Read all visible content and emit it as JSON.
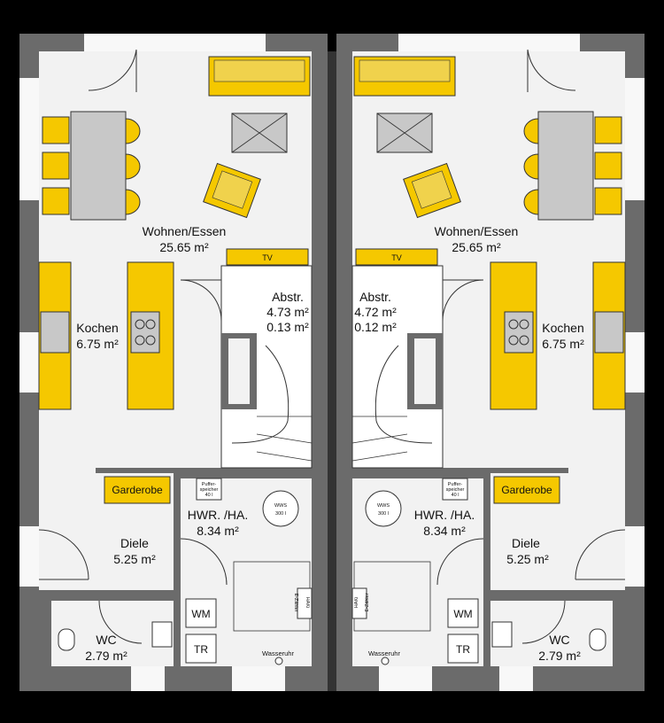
{
  "colors": {
    "background": "#000000",
    "wall": "#6b6b6b",
    "floor": "#f2f2f2",
    "accent": "#f5c800",
    "furniture_gray": "#c8c8c8"
  },
  "units": {
    "left": {
      "living": {
        "name": "Wohnen/Essen",
        "area": "25.65 m²"
      },
      "tv": "TV",
      "storage": {
        "name": "Abstr.",
        "area": "4.73 m²",
        "area2": "0.13 m²"
      },
      "kitchen": {
        "name": "Kochen",
        "area": "6.75 m²"
      },
      "wardrobe": "Garderobe",
      "utility": {
        "name": "HWR. /HA.",
        "area": "8.34 m²",
        "tank_label": "WWS",
        "tank_volume": "300 l",
        "buffer_line1": "Puffer-",
        "buffer_line2": "speicher",
        "buffer_line3": "40 l"
      },
      "hall": {
        "name": "Diele",
        "area": "5.25 m²"
      },
      "wc": {
        "name": "WC",
        "area": "2.79 m²"
      },
      "washer": "WM",
      "dryer": "TR",
      "meter": "E-Zähler",
      "haki": "HAKi",
      "water_meter": "Wasseruhr"
    },
    "right": {
      "living": {
        "name": "Wohnen/Essen",
        "area": "25.65 m²"
      },
      "tv": "TV",
      "storage": {
        "name": "Abstr.",
        "area": "4.72 m²",
        "area2": "0.12 m²"
      },
      "kitchen": {
        "name": "Kochen",
        "area": "6.75 m²"
      },
      "wardrobe": "Garderobe",
      "utility": {
        "name": "HWR. /HA.",
        "area": "8.34 m²",
        "tank_label": "WWS",
        "tank_volume": "300 l",
        "buffer_line1": "Puffer-",
        "buffer_line2": "speicher",
        "buffer_line3": "40 l"
      },
      "hall": {
        "name": "Diele",
        "area": "5.25 m²"
      },
      "wc": {
        "name": "WC",
        "area": "2.79 m²"
      },
      "washer": "WM",
      "dryer": "TR",
      "meter": "E-Zähler",
      "haki": "HAKi",
      "water_meter": "Wasseruhr"
    }
  }
}
